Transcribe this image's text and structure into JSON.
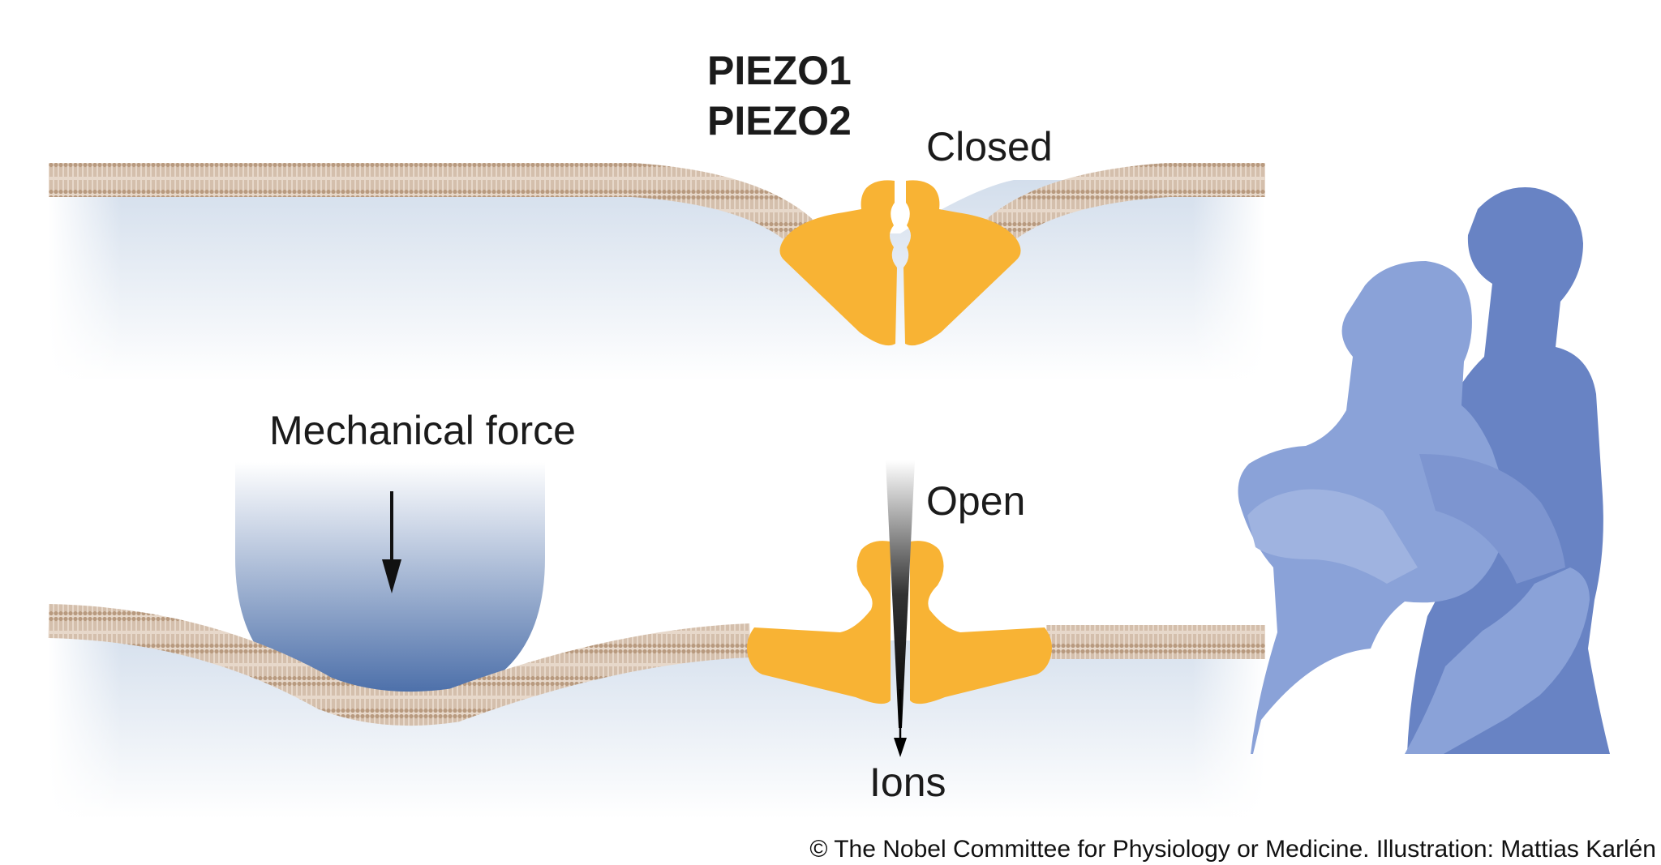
{
  "labels": {
    "piezo1": "PIEZO1",
    "piezo2": "PIEZO2",
    "closed": "Closed",
    "mechanical_force": "Mechanical force",
    "open": "Open",
    "ions": "Ions"
  },
  "credit": "© The Nobel Committee for Physiology or Medicine. Illustration: Mattias Karlén",
  "colors": {
    "channel": "#f8b334",
    "membrane": "#b89a7f",
    "cell_fill": "#d8e2ef",
    "force_object": "#4a73aa",
    "silhouette_front": "#8aa2d8",
    "silhouette_back": "#6883c4"
  },
  "icons": {
    "force_arrow": "arrow-down-icon",
    "ion_arrow": "arrow-down-icon"
  }
}
